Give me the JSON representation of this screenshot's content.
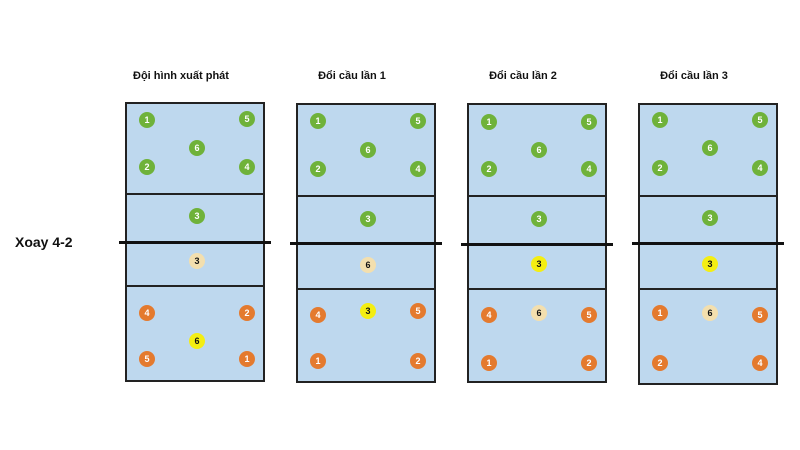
{
  "side_label": "Xoay 4-2",
  "panels": [
    {
      "title": "Đội hình xuất phát",
      "players": [
        {
          "n": "1",
          "c": "green"
        },
        {
          "n": "5",
          "c": "green"
        },
        {
          "n": "6",
          "c": "green"
        },
        {
          "n": "2",
          "c": "green"
        },
        {
          "n": "4",
          "c": "green"
        },
        {
          "n": "3",
          "c": "green"
        },
        {
          "n": "3",
          "c": "beige"
        },
        {
          "n": "4",
          "c": "orange"
        },
        {
          "n": "2",
          "c": "orange"
        },
        {
          "n": "6",
          "c": "yellow"
        },
        {
          "n": "5",
          "c": "orange"
        },
        {
          "n": "1",
          "c": "orange"
        }
      ]
    },
    {
      "title": "Đổi cầu lần 1",
      "players": [
        {
          "n": "1",
          "c": "green"
        },
        {
          "n": "5",
          "c": "green"
        },
        {
          "n": "6",
          "c": "green"
        },
        {
          "n": "2",
          "c": "green"
        },
        {
          "n": "4",
          "c": "green"
        },
        {
          "n": "3",
          "c": "green"
        },
        {
          "n": "6",
          "c": "beige"
        },
        {
          "n": "4",
          "c": "orange"
        },
        {
          "n": "3",
          "c": "yellow"
        },
        {
          "n": "5",
          "c": "orange"
        },
        {
          "n": "1",
          "c": "orange"
        },
        {
          "n": "2",
          "c": "orange"
        }
      ]
    },
    {
      "title": "Đổi cầu lần 2",
      "players": [
        {
          "n": "1",
          "c": "green"
        },
        {
          "n": "5",
          "c": "green"
        },
        {
          "n": "6",
          "c": "green"
        },
        {
          "n": "2",
          "c": "green"
        },
        {
          "n": "4",
          "c": "green"
        },
        {
          "n": "3",
          "c": "green"
        },
        {
          "n": "3",
          "c": "yellow"
        },
        {
          "n": "4",
          "c": "orange"
        },
        {
          "n": "6",
          "c": "beige"
        },
        {
          "n": "5",
          "c": "orange"
        },
        {
          "n": "1",
          "c": "orange"
        },
        {
          "n": "2",
          "c": "orange"
        }
      ]
    },
    {
      "title": "Đổi cầu lần 3",
      "players": [
        {
          "n": "1",
          "c": "green"
        },
        {
          "n": "5",
          "c": "green"
        },
        {
          "n": "6",
          "c": "green"
        },
        {
          "n": "2",
          "c": "green"
        },
        {
          "n": "4",
          "c": "green"
        },
        {
          "n": "3",
          "c": "green"
        },
        {
          "n": "3",
          "c": "yellow"
        },
        {
          "n": "1",
          "c": "orange"
        },
        {
          "n": "6",
          "c": "beige"
        },
        {
          "n": "5",
          "c": "orange"
        },
        {
          "n": "2",
          "c": "orange"
        },
        {
          "n": "4",
          "c": "orange"
        }
      ]
    }
  ]
}
